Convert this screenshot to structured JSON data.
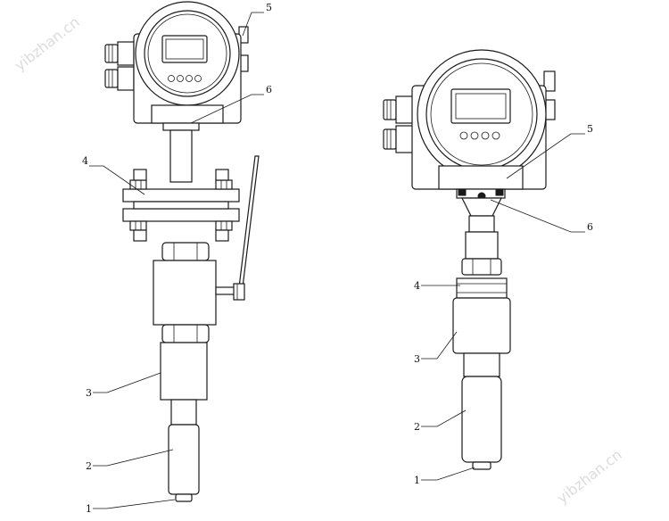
{
  "watermark": "yibzhan.cn",
  "left_labels": [
    "5",
    "6",
    "4",
    "3",
    "2",
    "1"
  ],
  "right_labels": [
    "5",
    "6",
    "4",
    "3",
    "2",
    "1"
  ]
}
